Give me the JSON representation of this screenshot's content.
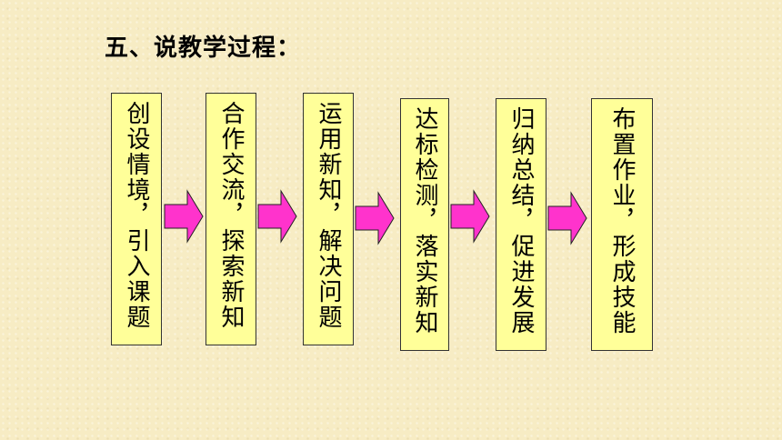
{
  "title": "五、说教学过程：",
  "steps": [
    {
      "text": "创设情境，引入课题"
    },
    {
      "text": "合作交流，探索新知"
    },
    {
      "text": "运用新知，解决问题"
    },
    {
      "text": "达标检测，落实新知"
    },
    {
      "text": "归纳总结，促进发展"
    },
    {
      "text": "布置作业，形成技能"
    }
  ],
  "colors": {
    "background": "#f7ecc4",
    "box_fill": "#ffff99",
    "arrow_fill": "#ff33cc"
  },
  "arrow_icon": "right-arrow-icon"
}
